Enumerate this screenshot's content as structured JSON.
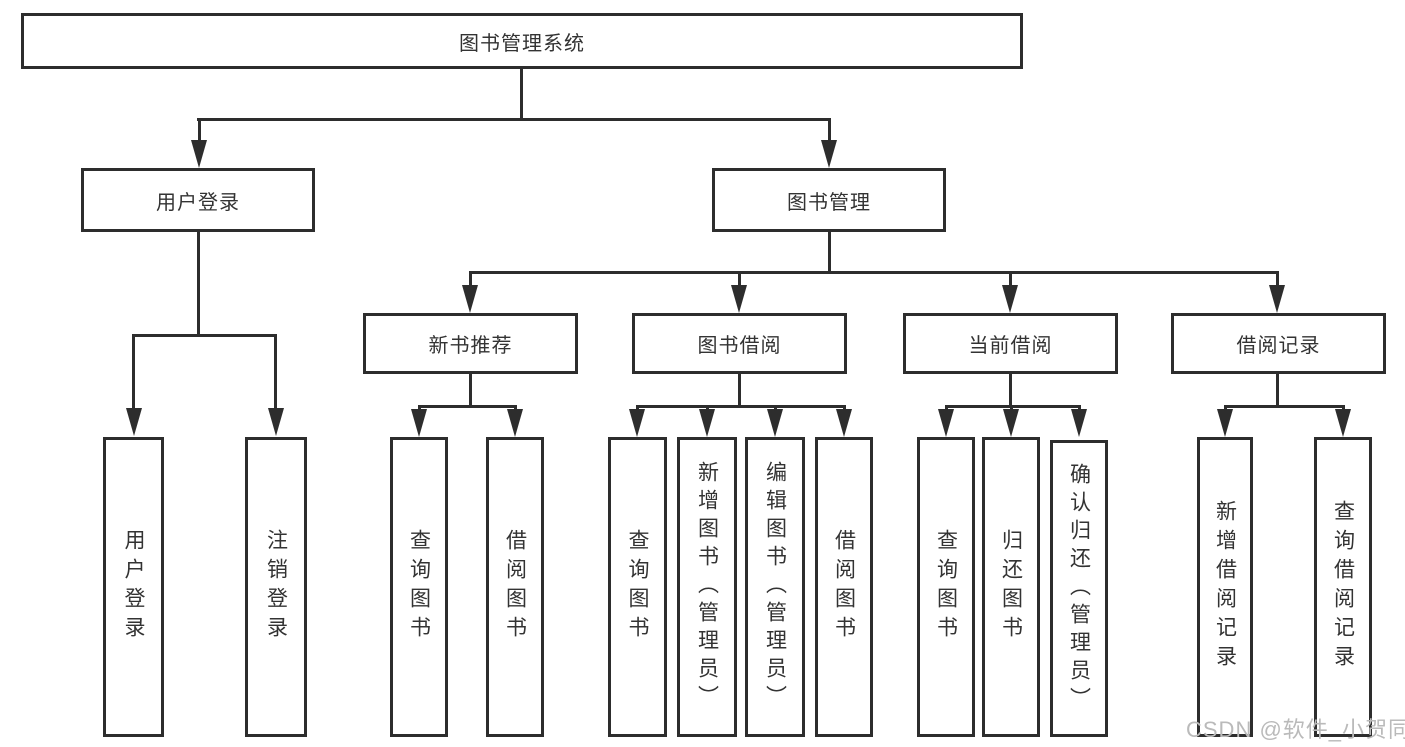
{
  "tree": {
    "root": {
      "label": "图书管理系统",
      "children": [
        {
          "label": "用户登录",
          "children": [
            {
              "label": "用户登录"
            },
            {
              "label": "注销登录"
            }
          ]
        },
        {
          "label": "图书管理",
          "children": [
            {
              "label": "新书推荐",
              "children": [
                {
                  "label": "查询图书"
                },
                {
                  "label": "借阅图书"
                }
              ]
            },
            {
              "label": "图书借阅",
              "children": [
                {
                  "label": "查询图书"
                },
                {
                  "label": "新增图书（管理员）"
                },
                {
                  "label": "编辑图书（管理员）"
                },
                {
                  "label": "借阅图书"
                }
              ]
            },
            {
              "label": "当前借阅",
              "children": [
                {
                  "label": "查询图书"
                },
                {
                  "label": "归还图书"
                },
                {
                  "label": "确认归还（管理员）"
                }
              ]
            },
            {
              "label": "借阅记录",
              "children": [
                {
                  "label": "新增借阅记录"
                },
                {
                  "label": "查询借阅记录"
                }
              ]
            }
          ]
        }
      ]
    }
  },
  "watermark": "CSDN @软件_小贺同学",
  "colors": {
    "line": "#2d2d2d",
    "text": "#333333",
    "watermark": "#bababa",
    "background": "#ffffff"
  }
}
